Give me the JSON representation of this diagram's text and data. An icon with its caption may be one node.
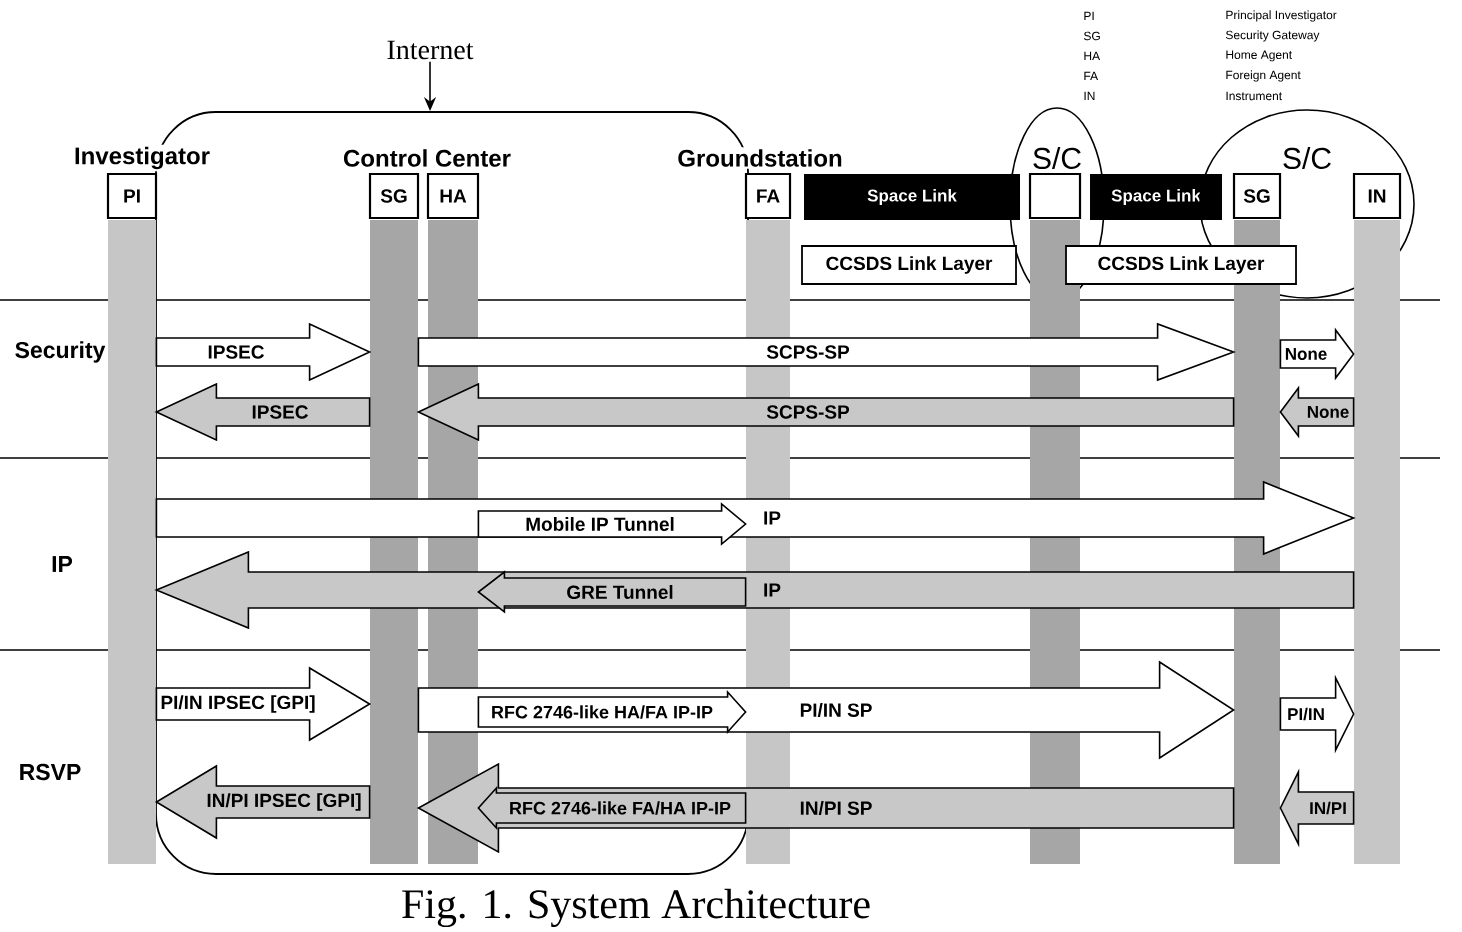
{
  "diagram": {
    "caption": "Fig. 1. System Architecture",
    "nodes": [
      {
        "text": [
          "Internet"
        ]
      },
      {
        "text": [],
        "shape": "box"
      },
      {
        "text": [
          "PI"
        ]
      },
      {
        "text": [],
        "shape": "bar"
      },
      {
        "text": [
          "SG"
        ],
        "in": 1
      },
      {
        "text": [],
        "shape": "bar",
        "in": 1
      },
      {
        "text": [
          "HA"
        ],
        "in": 1
      },
      {
        "text": [],
        "shape": "bar",
        "in": 1
      },
      {
        "text": [
          "FA"
        ]
      },
      {
        "text": [],
        "shape": "bar"
      },
      {
        "text": [
          "Space Link"
        ]
      },
      {
        "text": [
          "S/C"
        ]
      },
      {
        "text": [],
        "shape": "box",
        "in": 11
      },
      {
        "text": [],
        "shape": "bar"
      },
      {
        "text": [
          "Space Link"
        ]
      },
      {
        "text": [
          "S/C"
        ]
      },
      {
        "text": [
          "SG"
        ],
        "in": 15
      },
      {
        "text": [],
        "shape": "bar"
      },
      {
        "text": [
          "IN"
        ],
        "in": 15
      },
      {
        "text": [],
        "shape": "bar"
      },
      {
        "text": [
          "CCSDS Link Layer"
        ]
      },
      {
        "text": [
          "CCSDS Link Layer"
        ]
      }
    ],
    "edges": [
      {
        "from": 0,
        "to": 1,
        "arrow": "to"
      },
      {
        "from": 3,
        "to": 5,
        "arrow": "to",
        "label": "IPSEC"
      },
      {
        "from": 5,
        "to": 17,
        "arrow": "to",
        "label": "SCPS-SP"
      },
      {
        "from": 17,
        "to": 19,
        "arrow": "to",
        "label": "None"
      },
      {
        "from": 5,
        "to": 3,
        "arrow": "to",
        "label": "IPSEC",
        "color": "#c8c8c8"
      },
      {
        "from": 17,
        "to": 5,
        "arrow": "to",
        "label": "SCPS-SP",
        "color": "#c8c8c8"
      },
      {
        "from": 19,
        "to": 17,
        "arrow": "to",
        "label": "None",
        "color": "#c8c8c8"
      },
      {
        "from": 3,
        "to": 19,
        "arrow": "to",
        "label": "IP"
      },
      {
        "from": 7,
        "to": 9,
        "arrow": "to",
        "label": "Mobile IP Tunnel"
      },
      {
        "from": 19,
        "to": 3,
        "arrow": "to",
        "label": "IP",
        "color": "#c8c8c8"
      },
      {
        "from": 9,
        "to": 7,
        "arrow": "to",
        "label": "GRE Tunnel",
        "color": "#c8c8c8"
      },
      {
        "from": 3,
        "to": 5,
        "arrow": "to",
        "label": "PI/IN IPSEC [GPI]"
      },
      {
        "from": 5,
        "to": 17,
        "arrow": "to",
        "label": "PI/IN SP"
      },
      {
        "from": 7,
        "to": 9,
        "arrow": "to",
        "label": "RFC 2746-like HA/FA IP-IP"
      },
      {
        "from": 17,
        "to": 19,
        "arrow": "to",
        "label": "PI/IN"
      },
      {
        "from": 5,
        "to": 3,
        "arrow": "to",
        "label": "IN/PI IPSEC [GPI]",
        "color": "#c8c8c8"
      },
      {
        "from": 17,
        "to": 5,
        "arrow": "to",
        "label": "IN/PI SP",
        "color": "#c8c8c8"
      },
      {
        "from": 9,
        "to": 7,
        "arrow": "to",
        "label": "RFC 2746-like FA/HA IP-IP",
        "color": "#c8c8c8"
      },
      {
        "from": 19,
        "to": 17,
        "arrow": "to",
        "label": "IN/PI",
        "color": "#c8c8c8"
      }
    ],
    "labels": [
      "PI",
      "Principal Investigator",
      "SG",
      "Security Gateway",
      "HA",
      "Home Agent",
      "FA",
      "Foreign Agent",
      "IN",
      "Instrument",
      "Investigator",
      "Control Center",
      "Groundstation",
      "Security",
      "IP",
      "RSVP"
    ]
  }
}
